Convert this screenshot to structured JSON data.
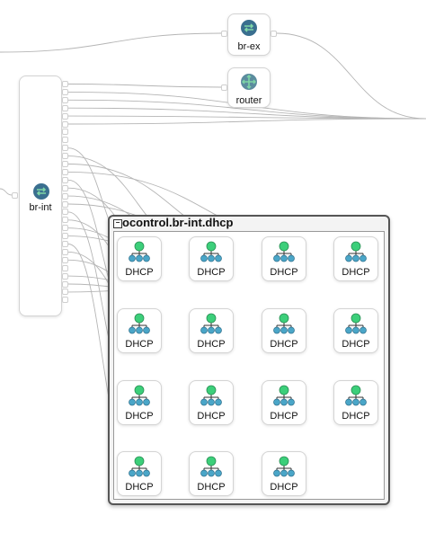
{
  "nodes": {
    "br_ex": {
      "label": "br-ex",
      "icon": "switch-icon"
    },
    "router": {
      "label": "router",
      "icon": "router-icon"
    },
    "br_int": {
      "label": "br-int",
      "icon": "switch-icon"
    }
  },
  "group": {
    "title": "ocontrol.br-int.dhcp",
    "collapse_symbol": "−",
    "dhcp_label": "DHCP",
    "dhcp_icon": "dhcp-server-icon",
    "dhcp_count": 15
  },
  "colors": {
    "switch_icon": "#3a6f8f",
    "switch_arrows": "#7ed6a6",
    "router_icon": "#5b8c9e",
    "dhcp_top": "#3ccf7a",
    "dhcp_bottom": "#4aa6c8",
    "edge": "#b5b5b5"
  }
}
